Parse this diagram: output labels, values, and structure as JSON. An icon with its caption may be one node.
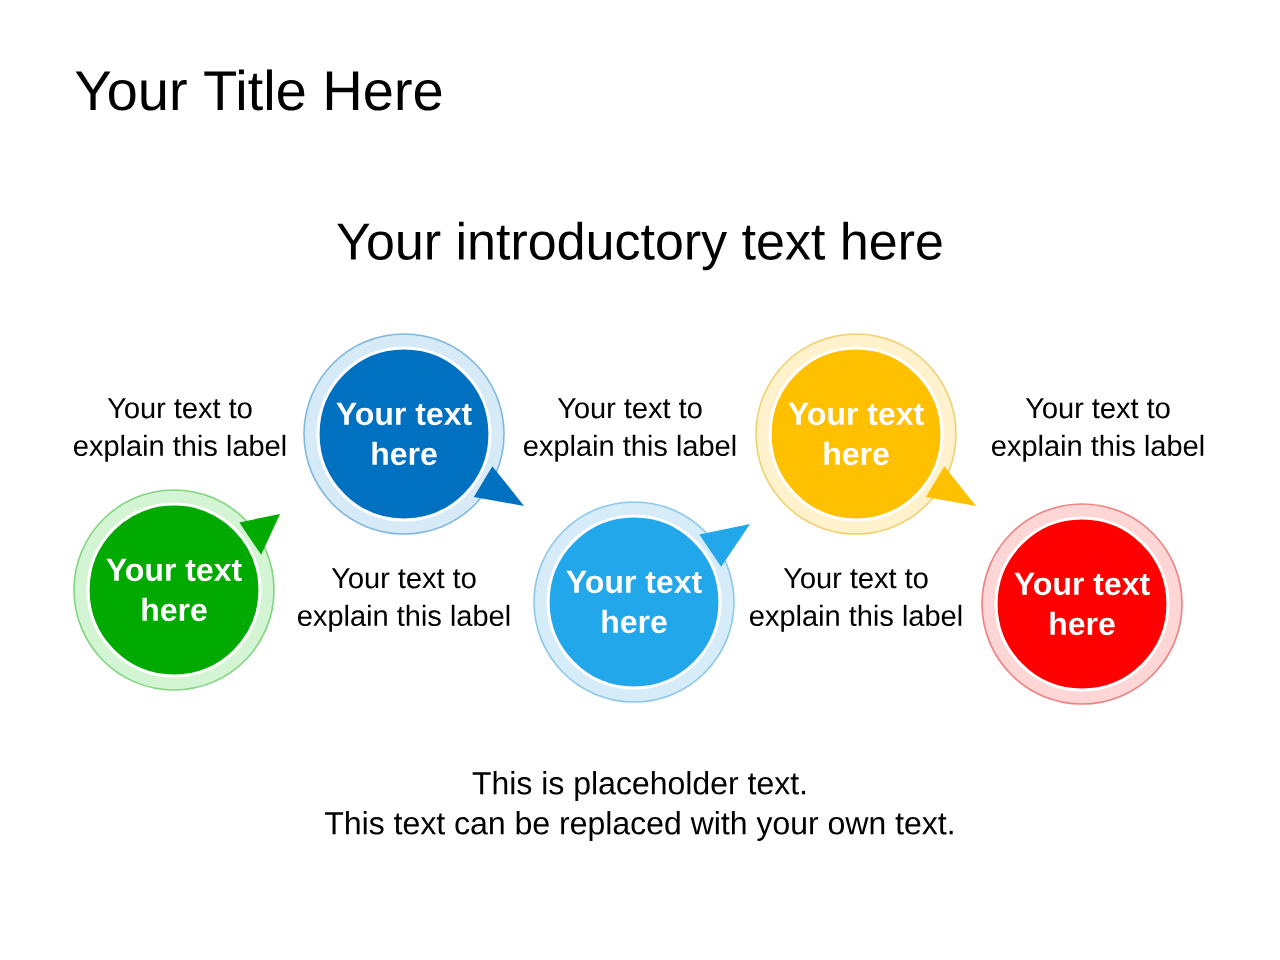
{
  "diagram": {
    "title": "Your Title Here",
    "nodes": [
      {
        "text": [
          "Your text here"
        ]
      },
      {
        "text": [
          "Your text here"
        ]
      },
      {
        "text": [
          "Your text here"
        ]
      },
      {
        "text": [
          "Your text here"
        ]
      },
      {
        "text": [
          "Your text here"
        ]
      }
    ],
    "labels": [
      "Your introductory text here",
      "Your text to explain this label",
      "Your text to explain this label",
      "Your text to explain this label",
      "Your text to explain this label",
      "Your text to explain this label",
      "This is placeholder text.",
      "This text can be replaced with your own text."
    ]
  }
}
